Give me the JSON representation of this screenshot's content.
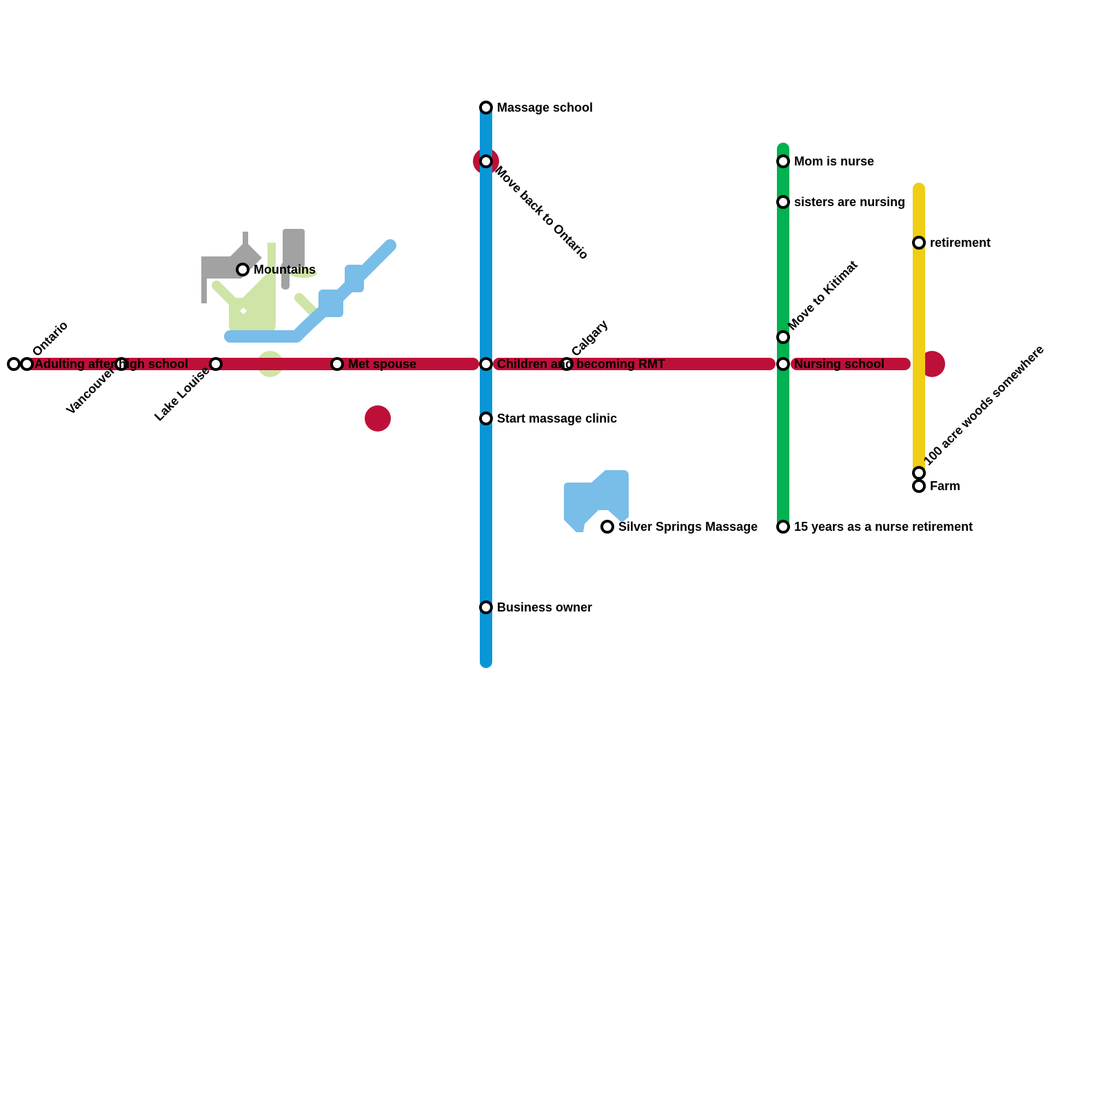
{
  "colors": {
    "red": "#BD1038",
    "blue": "#0896D7",
    "green": "#00B251",
    "yellow": "#F0CE15",
    "light_blue": "#79BDE9",
    "light_green": "#CFE4A7",
    "grey": "#A2A2A2",
    "station_stroke": "#000000",
    "station_fill": "#FFFFFF"
  },
  "lines": [
    {
      "id": "red",
      "color_key": "red"
    },
    {
      "id": "blue",
      "color_key": "blue"
    },
    {
      "id": "green",
      "color_key": "green"
    },
    {
      "id": "yellow",
      "color_key": "yellow"
    }
  ],
  "stations": [
    {
      "id": "ontario",
      "name": "Ontario"
    },
    {
      "id": "adulting",
      "name": "Adulting after high school"
    },
    {
      "id": "vancouver",
      "name": "Vancouver"
    },
    {
      "id": "lake-louise",
      "name": "Lake Louise"
    },
    {
      "id": "mountains",
      "name": "Mountains"
    },
    {
      "id": "met-spouse",
      "name": "Met spouse"
    },
    {
      "id": "massage-school",
      "name": "Massage school"
    },
    {
      "id": "move-back",
      "name": "Move back to Ontario"
    },
    {
      "id": "children-rmt",
      "name": "Children and becoming RMT"
    },
    {
      "id": "calgary",
      "name": "Calgary"
    },
    {
      "id": "start-clinic",
      "name": "Start massage clinic"
    },
    {
      "id": "silver-springs",
      "name": "Silver Springs Massage"
    },
    {
      "id": "business-owner",
      "name": "Business owner"
    },
    {
      "id": "mom-nurse",
      "name": "Mom is nurse"
    },
    {
      "id": "sisters-nursing",
      "name": "sisters are nursing"
    },
    {
      "id": "move-kitimat",
      "name": "Move to Kitimat"
    },
    {
      "id": "nursing-school",
      "name": "Nursing school"
    },
    {
      "id": "nurse-retirement",
      "name": "15 years as a nurse retirement"
    },
    {
      "id": "retirement",
      "name": "retirement"
    },
    {
      "id": "acre-woods",
      "name": "100 acre woods somewhere"
    },
    {
      "id": "farm",
      "name": "Farm"
    }
  ]
}
